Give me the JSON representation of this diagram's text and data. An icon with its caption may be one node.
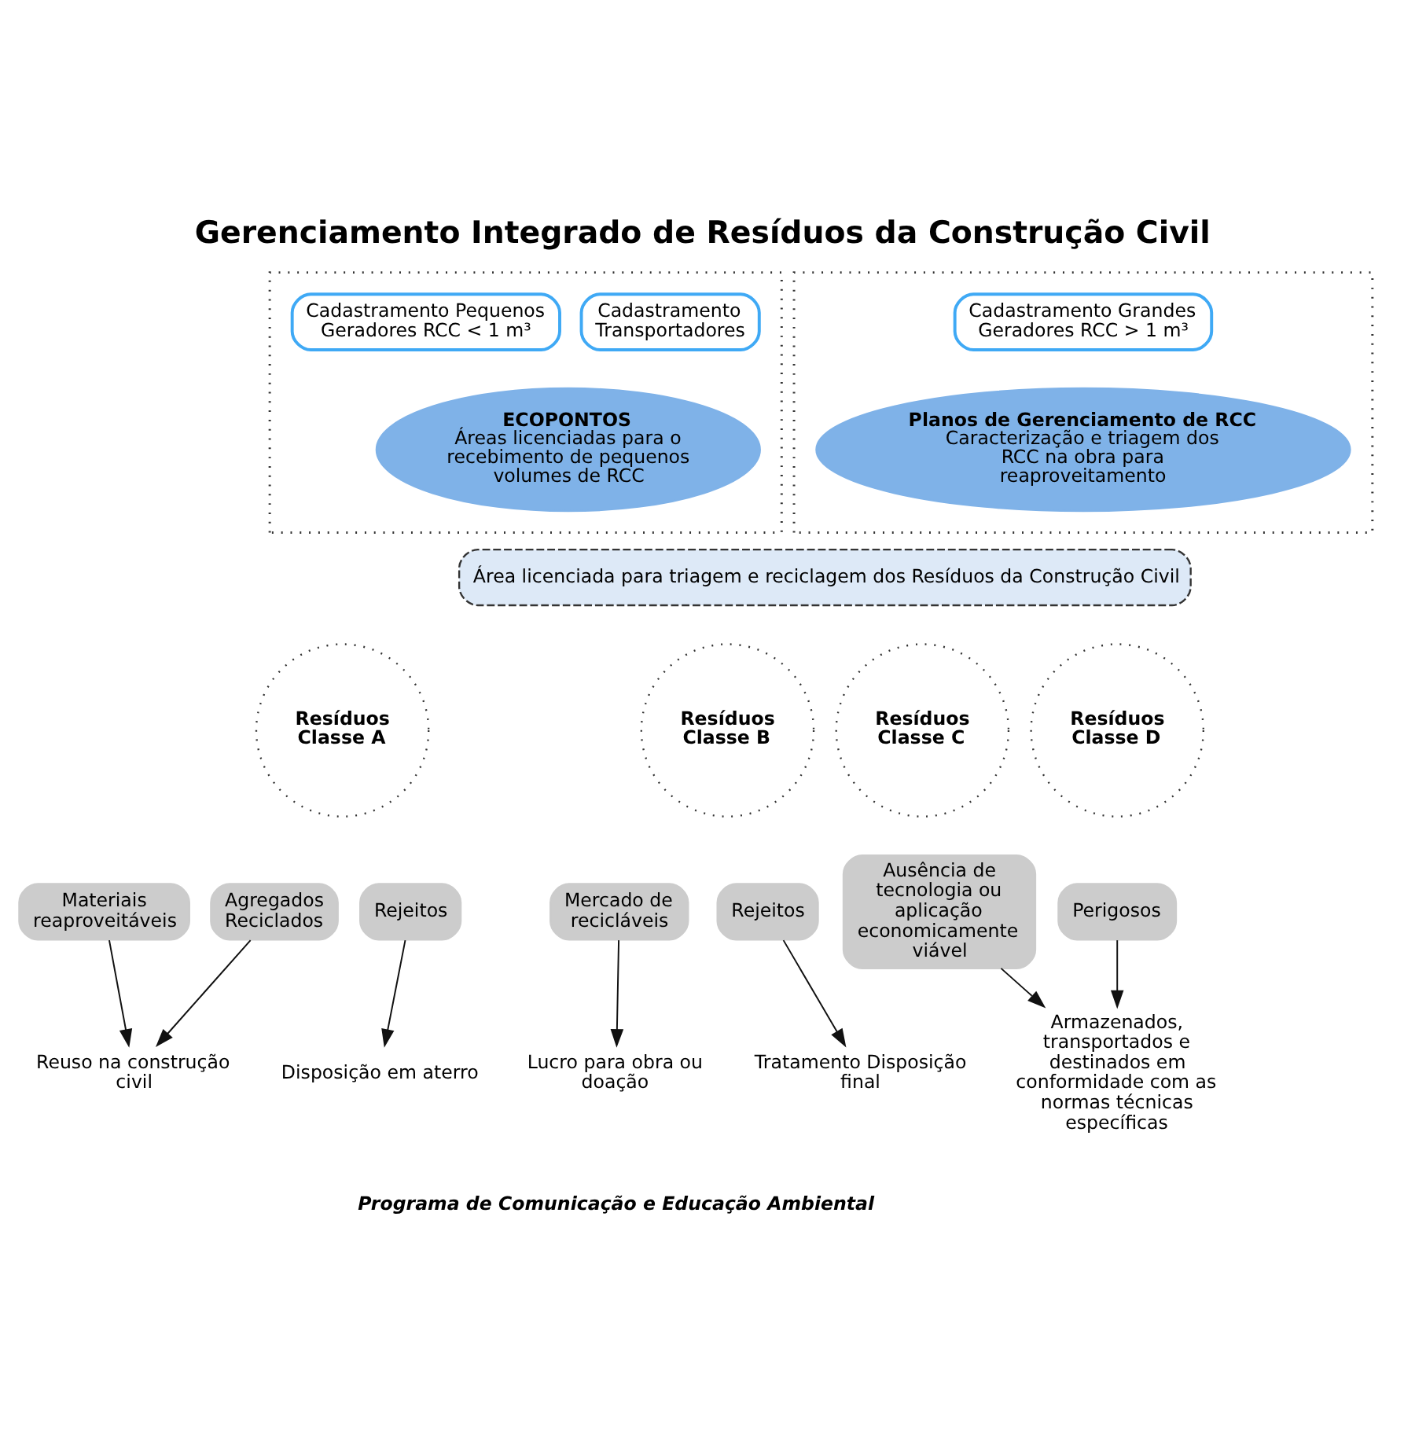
{
  "diagram": {
    "title": "Gerenciamento Integrado de Resíduos da Construção Civil",
    "caption": "Programa de Comunicação e Educação Ambiental",
    "nodes": [
      {
        "text": [],
        "shape": "box"
      },
      {
        "text": [
          "Cadastramento Pequenos Geradores RCC < 1 m³"
        ],
        "in": 0
      },
      {
        "text": [
          "Cadastramento Transportadores"
        ],
        "in": 0
      },
      {
        "text": [
          "ECOPONTOS",
          "Áreas licenciadas para o recebimento de pequenos volumes de RCC"
        ],
        "in": 0
      },
      {
        "text": [],
        "shape": "box"
      },
      {
        "text": [
          "Cadastramento Grandes Geradores RCC > 1 m³"
        ],
        "in": 4
      },
      {
        "text": [
          "Planos de Gerenciamento de RCC",
          "Caracterização e triagem dos RCC na obra para reaproveitamento"
        ],
        "in": 4
      },
      {
        "text": [
          "Área licenciada para triagem e reciclagem dos Resíduos da Construção Civil"
        ]
      },
      {
        "text": [
          "Resíduos Classe A"
        ]
      },
      {
        "text": [
          "Resíduos Classe B"
        ]
      },
      {
        "text": [
          "Resíduos Classe C"
        ]
      },
      {
        "text": [
          "Resíduos Classe D"
        ]
      },
      {
        "text": [
          "Materiais reaproveitáveis"
        ]
      },
      {
        "text": [
          "Agregados Reciclados"
        ]
      },
      {
        "text": [
          "Rejeitos"
        ]
      },
      {
        "text": [
          "Mercado de recicláveis"
        ]
      },
      {
        "text": [
          "Rejeitos"
        ]
      },
      {
        "text": [
          "Ausência de tecnologia ou aplicação economicamente viável"
        ]
      },
      {
        "text": [
          "Perigosos"
        ]
      },
      {
        "text": [
          "Reuso na construção civil"
        ]
      },
      {
        "text": [
          "Disposição em aterro"
        ]
      },
      {
        "text": [
          "Lucro para obra ou doação"
        ]
      },
      {
        "text": [
          "Tratamento Disposição final"
        ]
      },
      {
        "text": [
          "Armazenados, transportados e destinados em conformidade com as normas técnicas específicas"
        ]
      }
    ],
    "edges": [
      {
        "from": 12,
        "to": 19,
        "arrow": "to"
      },
      {
        "from": 13,
        "to": 19,
        "arrow": "to"
      },
      {
        "from": 14,
        "to": 20,
        "arrow": "to"
      },
      {
        "from": 15,
        "to": 21,
        "arrow": "to"
      },
      {
        "from": 16,
        "to": 22,
        "arrow": "to"
      },
      {
        "from": 17,
        "to": 23,
        "arrow": "to"
      },
      {
        "from": 18,
        "to": 23,
        "arrow": "to"
      }
    ]
  }
}
